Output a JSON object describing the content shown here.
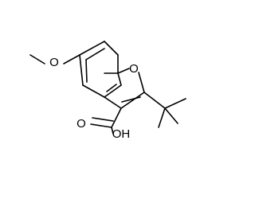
{
  "molecule": {
    "atom_labels": {
      "ring_oxygen": "O",
      "methoxy_oxygen": "O",
      "acid_oxygen": "O",
      "hydroxyl": "OH"
    },
    "colors": {
      "bond": "#000000",
      "label": "#000000",
      "background": "#ffffff"
    }
  }
}
